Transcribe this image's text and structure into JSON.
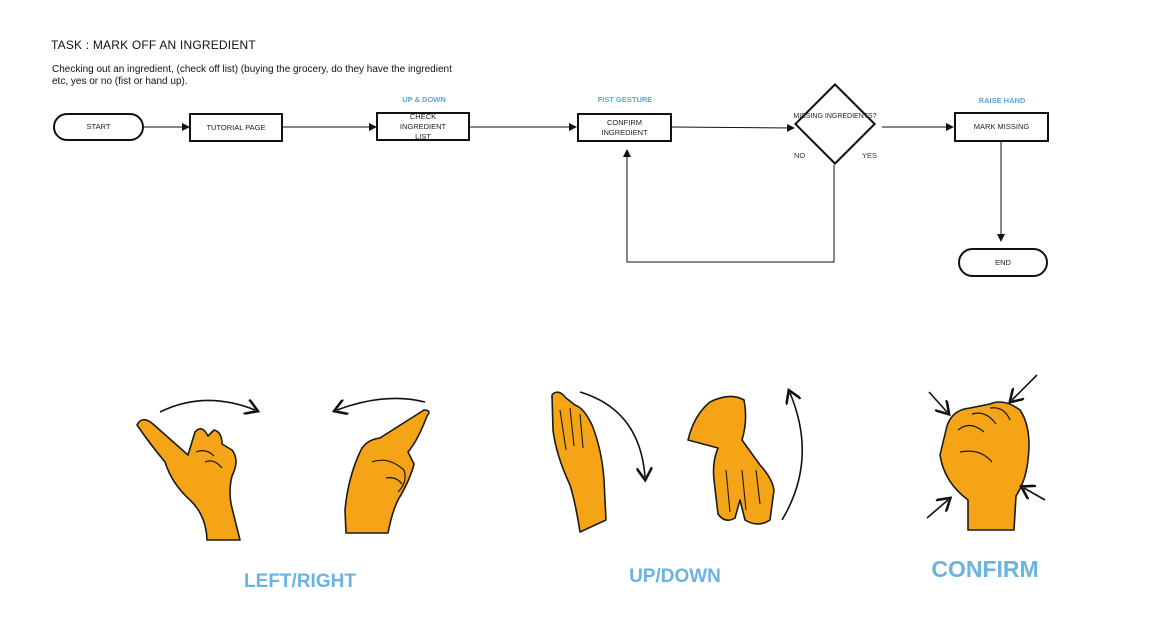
{
  "header": {
    "title": "TASK : MARK OFF AN INGREDIENT",
    "description": "Checking out an ingredient, (check off list) (buying the grocery, do they have the ingredient etc, yes or no (fist or hand up)."
  },
  "flow": {
    "start": "START",
    "tutorial": "TUTORIAL PAGE",
    "check_list": "CHECK INGREDIENT LIST",
    "confirm": "CONFIRM INGREDIENT",
    "decision": "MISSING INGREDIENTS?",
    "mark_missing": "MARK MISSING",
    "end": "END",
    "no_label": "NO",
    "yes_label": "YES"
  },
  "gesture_labels": {
    "up_down": "UP & DOWN",
    "fist": "FIST GESTURE",
    "raise_hand": "RAISE HAND"
  },
  "gesture_captions": {
    "left_right": "LEFT/RIGHT",
    "up_down": "UP/DOWN",
    "confirm": "CONFIRM"
  },
  "colors": {
    "hand_fill": "#f4a416",
    "hand_outline": "#1a1a1a",
    "accent_blue": "#5aa6dc",
    "caption_blue": "#6bb3e3",
    "line": "#111111"
  }
}
